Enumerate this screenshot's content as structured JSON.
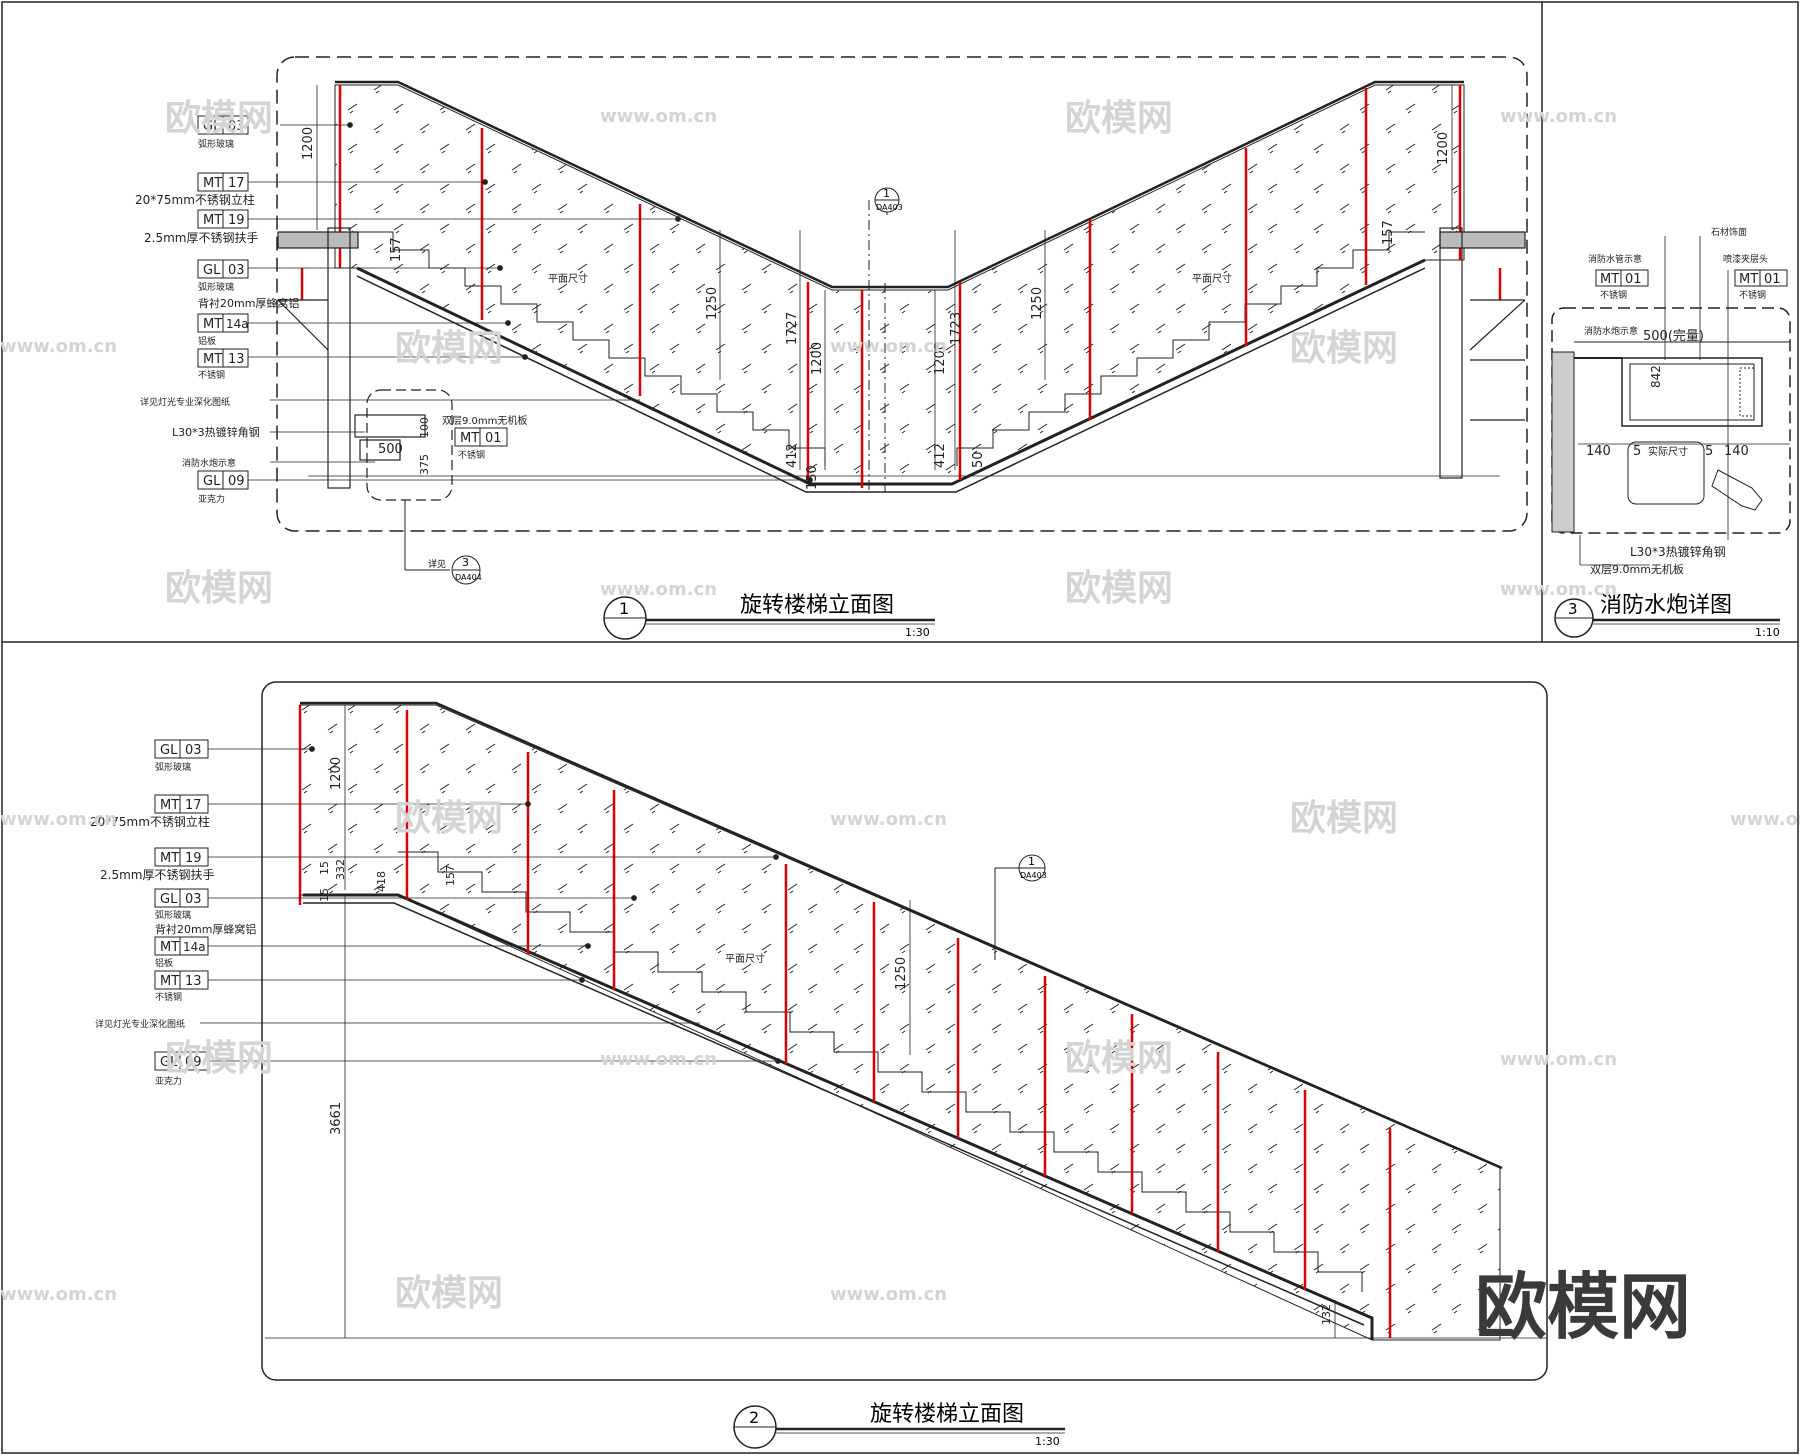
{
  "drawing_1": {
    "title": "旋转楼梯立面图",
    "number": "1",
    "scale": "1:30",
    "callout_top": {
      "number": "1",
      "sheet": "DA403"
    },
    "callout_bottom": {
      "number": "3",
      "sheet": "DA404",
      "prefix": "详见"
    },
    "tags": [
      {
        "code": "GL",
        "num": "03",
        "note": "弧形玻璃"
      },
      {
        "code": "MT",
        "num": "17",
        "note": "20*75mm不锈钢立柱"
      },
      {
        "code": "MT",
        "num": "19",
        "note": "2.5mm厚不锈钢扶手"
      },
      {
        "code": "GL",
        "num": "03",
        "note": "弧形玻璃"
      },
      {
        "code": "MT",
        "num": "14a",
        "note": "背衬20mm厚蜂窝铝"
      },
      {
        "code": "MT",
        "num": "13",
        "note": "铝板"
      },
      {
        "code": "",
        "num": "",
        "note": "不锈钢"
      },
      {
        "code": "",
        "num": "",
        "note": "详见灯光专业深化图纸"
      },
      {
        "code": "",
        "num": "",
        "note": "L30*3热镀锌角钢"
      },
      {
        "code": "",
        "num": "",
        "note": "消防水炮示意"
      },
      {
        "code": "GL",
        "num": "09",
        "note": "亚克力"
      }
    ],
    "inner_tag": {
      "code": "MT",
      "num": "01",
      "note": "不锈钢",
      "board": "双层9.0mm无机板"
    },
    "dims": [
      "1200",
      "157",
      "1250",
      "1727",
      "1200",
      "412",
      "150",
      "1723",
      "1200",
      "412",
      "50",
      "1250",
      "157",
      "1200",
      "500",
      "100",
      "375",
      "平面尺寸",
      "平面尺寸"
    ]
  },
  "drawing_2": {
    "title": "旋转楼梯立面图",
    "number": "2",
    "scale": "1:30",
    "callout": {
      "number": "1",
      "sheet": "DA403"
    },
    "tags": [
      {
        "code": "GL",
        "num": "03",
        "note": "弧形玻璃"
      },
      {
        "code": "MT",
        "num": "17",
        "note": "20*75mm不锈钢立柱"
      },
      {
        "code": "MT",
        "num": "19",
        "note": "2.5mm厚不锈钢扶手"
      },
      {
        "code": "GL",
        "num": "03",
        "note": "弧形玻璃"
      },
      {
        "code": "MT",
        "num": "14a",
        "note": "背衬20mm厚蜂窝铝"
      },
      {
        "code": "MT",
        "num": "13",
        "note": "铝板"
      },
      {
        "code": "",
        "num": "",
        "note": "不锈钢"
      },
      {
        "code": "",
        "num": "",
        "note": "详见灯光专业深化图纸"
      },
      {
        "code": "GL",
        "num": "09",
        "note": "亚克力"
      }
    ],
    "dims": [
      "1200",
      "15",
      "332",
      "15",
      "418",
      "157",
      "1250",
      "3661",
      "132",
      "平面尺寸"
    ]
  },
  "drawing_3": {
    "title": "消防水炮详图",
    "number": "3",
    "scale": "1:10",
    "labels": [
      "消防水炮示意",
      "石材饰面",
      "消防水管示意",
      "喷漆夹层头"
    ],
    "tags": [
      {
        "code": "MT",
        "num": "01",
        "note": "不锈钢"
      },
      {
        "code": "MT",
        "num": "01",
        "note": "不锈钢"
      }
    ],
    "dims": [
      "500(完量)",
      "842",
      "140",
      "5",
      "实际尺寸",
      "5",
      "140"
    ],
    "bottom_labels": [
      "L30*3热镀锌角钢",
      "双层9.0mm无机板"
    ]
  },
  "watermark": {
    "logo": "欧模网",
    "url": "www.om.cn"
  }
}
